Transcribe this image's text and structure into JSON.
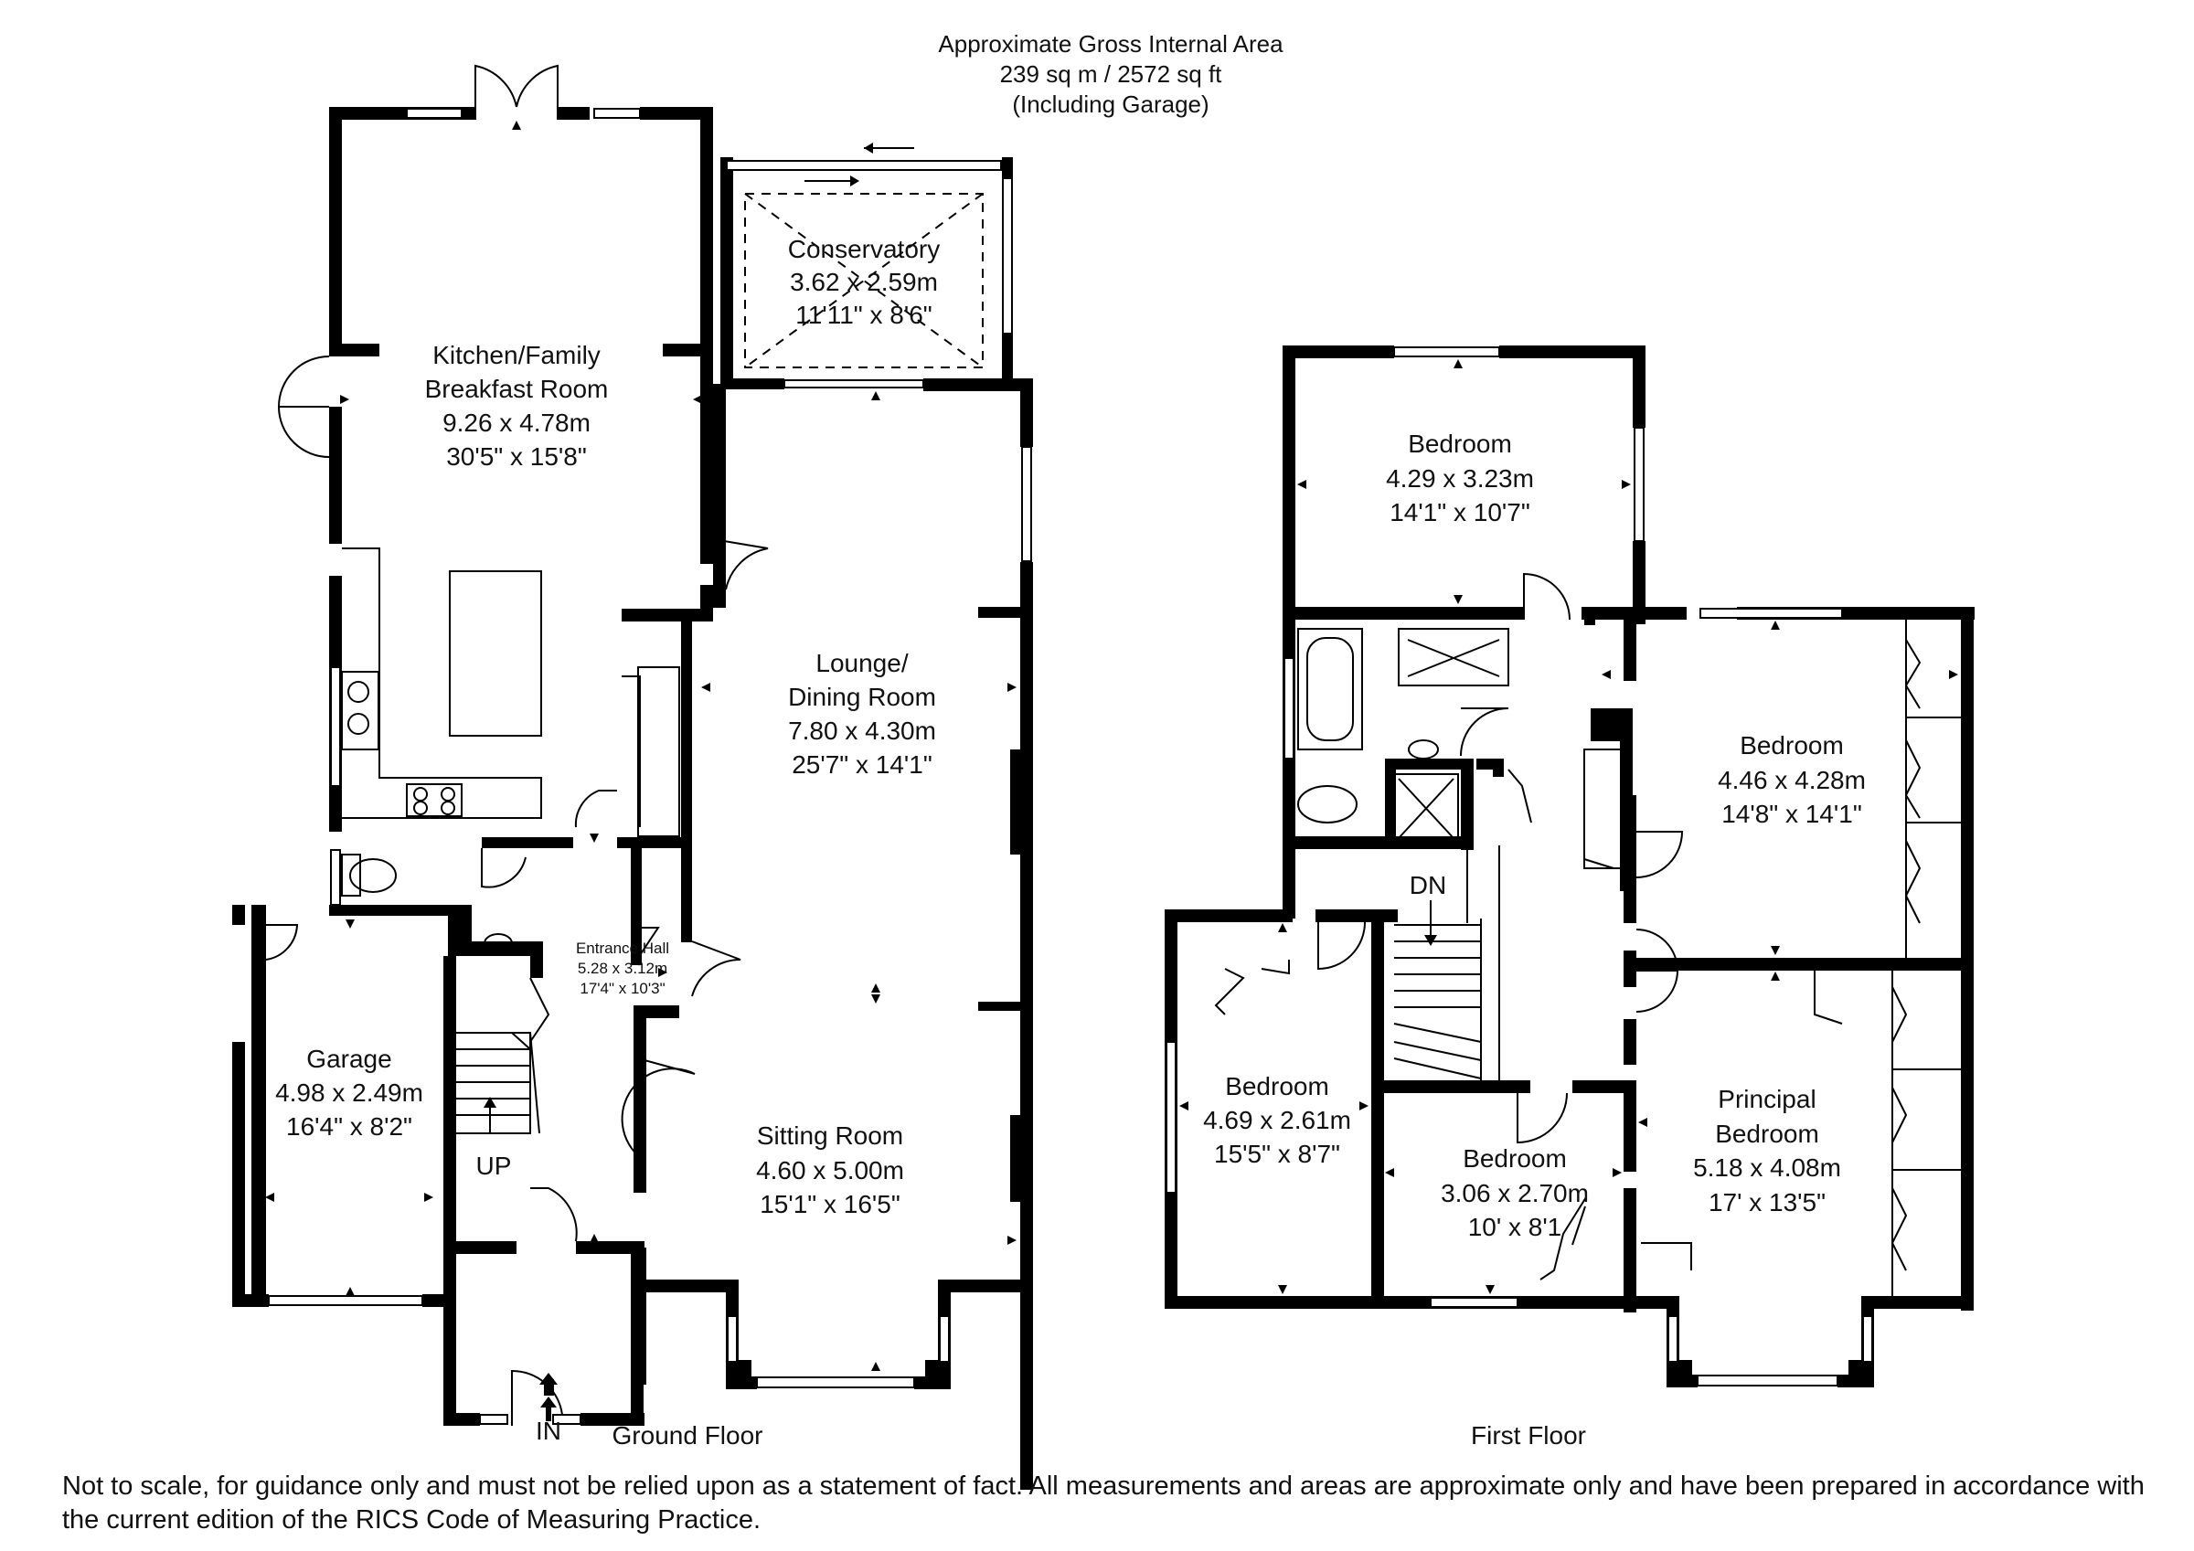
{
  "header": {
    "line1": "Approximate Gross Internal Area",
    "line2": "239 sq m / 2572 sq ft",
    "line3": "(Including Garage)"
  },
  "ground_floor": {
    "title": "Ground Floor",
    "rooms": {
      "kitchen": {
        "name1": "Kitchen/Family",
        "name2": "Breakfast Room",
        "metric": "9.26 x 4.78m",
        "imperial": "30'5\" x 15'8\""
      },
      "conservatory": {
        "name": "Conservatory",
        "metric": "3.62 x 2.59m",
        "imperial": "11'11\" x 8'6\""
      },
      "lounge": {
        "name1": "Lounge/",
        "name2": "Dining Room",
        "metric": "7.80 x 4.30m",
        "imperial": "25'7\" x 14'1\""
      },
      "sitting": {
        "name": "Sitting Room",
        "metric": "4.60 x 5.00m",
        "imperial": "15'1\" x 16'5\""
      },
      "garage": {
        "name": "Garage",
        "metric": "4.98 x 2.49m",
        "imperial": "16'4\" x 8'2\""
      },
      "hall": {
        "name": "Entrance Hall",
        "metric": "5.28 x 3.12m",
        "imperial": "17'4\" x 10'3\""
      }
    },
    "stairs_label": "UP",
    "entry_label": "IN"
  },
  "first_floor": {
    "title": "First Floor",
    "rooms": {
      "bed_top": {
        "name": "Bedroom",
        "metric": "4.29 x 3.23m",
        "imperial": "14'1\" x 10'7\""
      },
      "bed_right": {
        "name": "Bedroom",
        "metric": "4.46 x 4.28m",
        "imperial": "14'8\" x 14'1\""
      },
      "bed_left": {
        "name": "Bedroom",
        "metric": "4.69 x 2.61m",
        "imperial": "15'5\" x 8'7\""
      },
      "bed_small": {
        "name": "Bedroom",
        "metric": "3.06 x 2.70m",
        "imperial": "10' x 8'1"
      },
      "principal": {
        "name1": "Principal",
        "name2": "Bedroom",
        "metric": "5.18 x 4.08m",
        "imperial": "17' x 13'5\""
      }
    },
    "stairs_label": "DN"
  },
  "disclaimer": "Not to scale, for guidance only and must not be relied upon as a statement of fact. All measurements and areas are approximate only and have been prepared in accordance with the current edition of the RICS Code of Measuring Practice."
}
